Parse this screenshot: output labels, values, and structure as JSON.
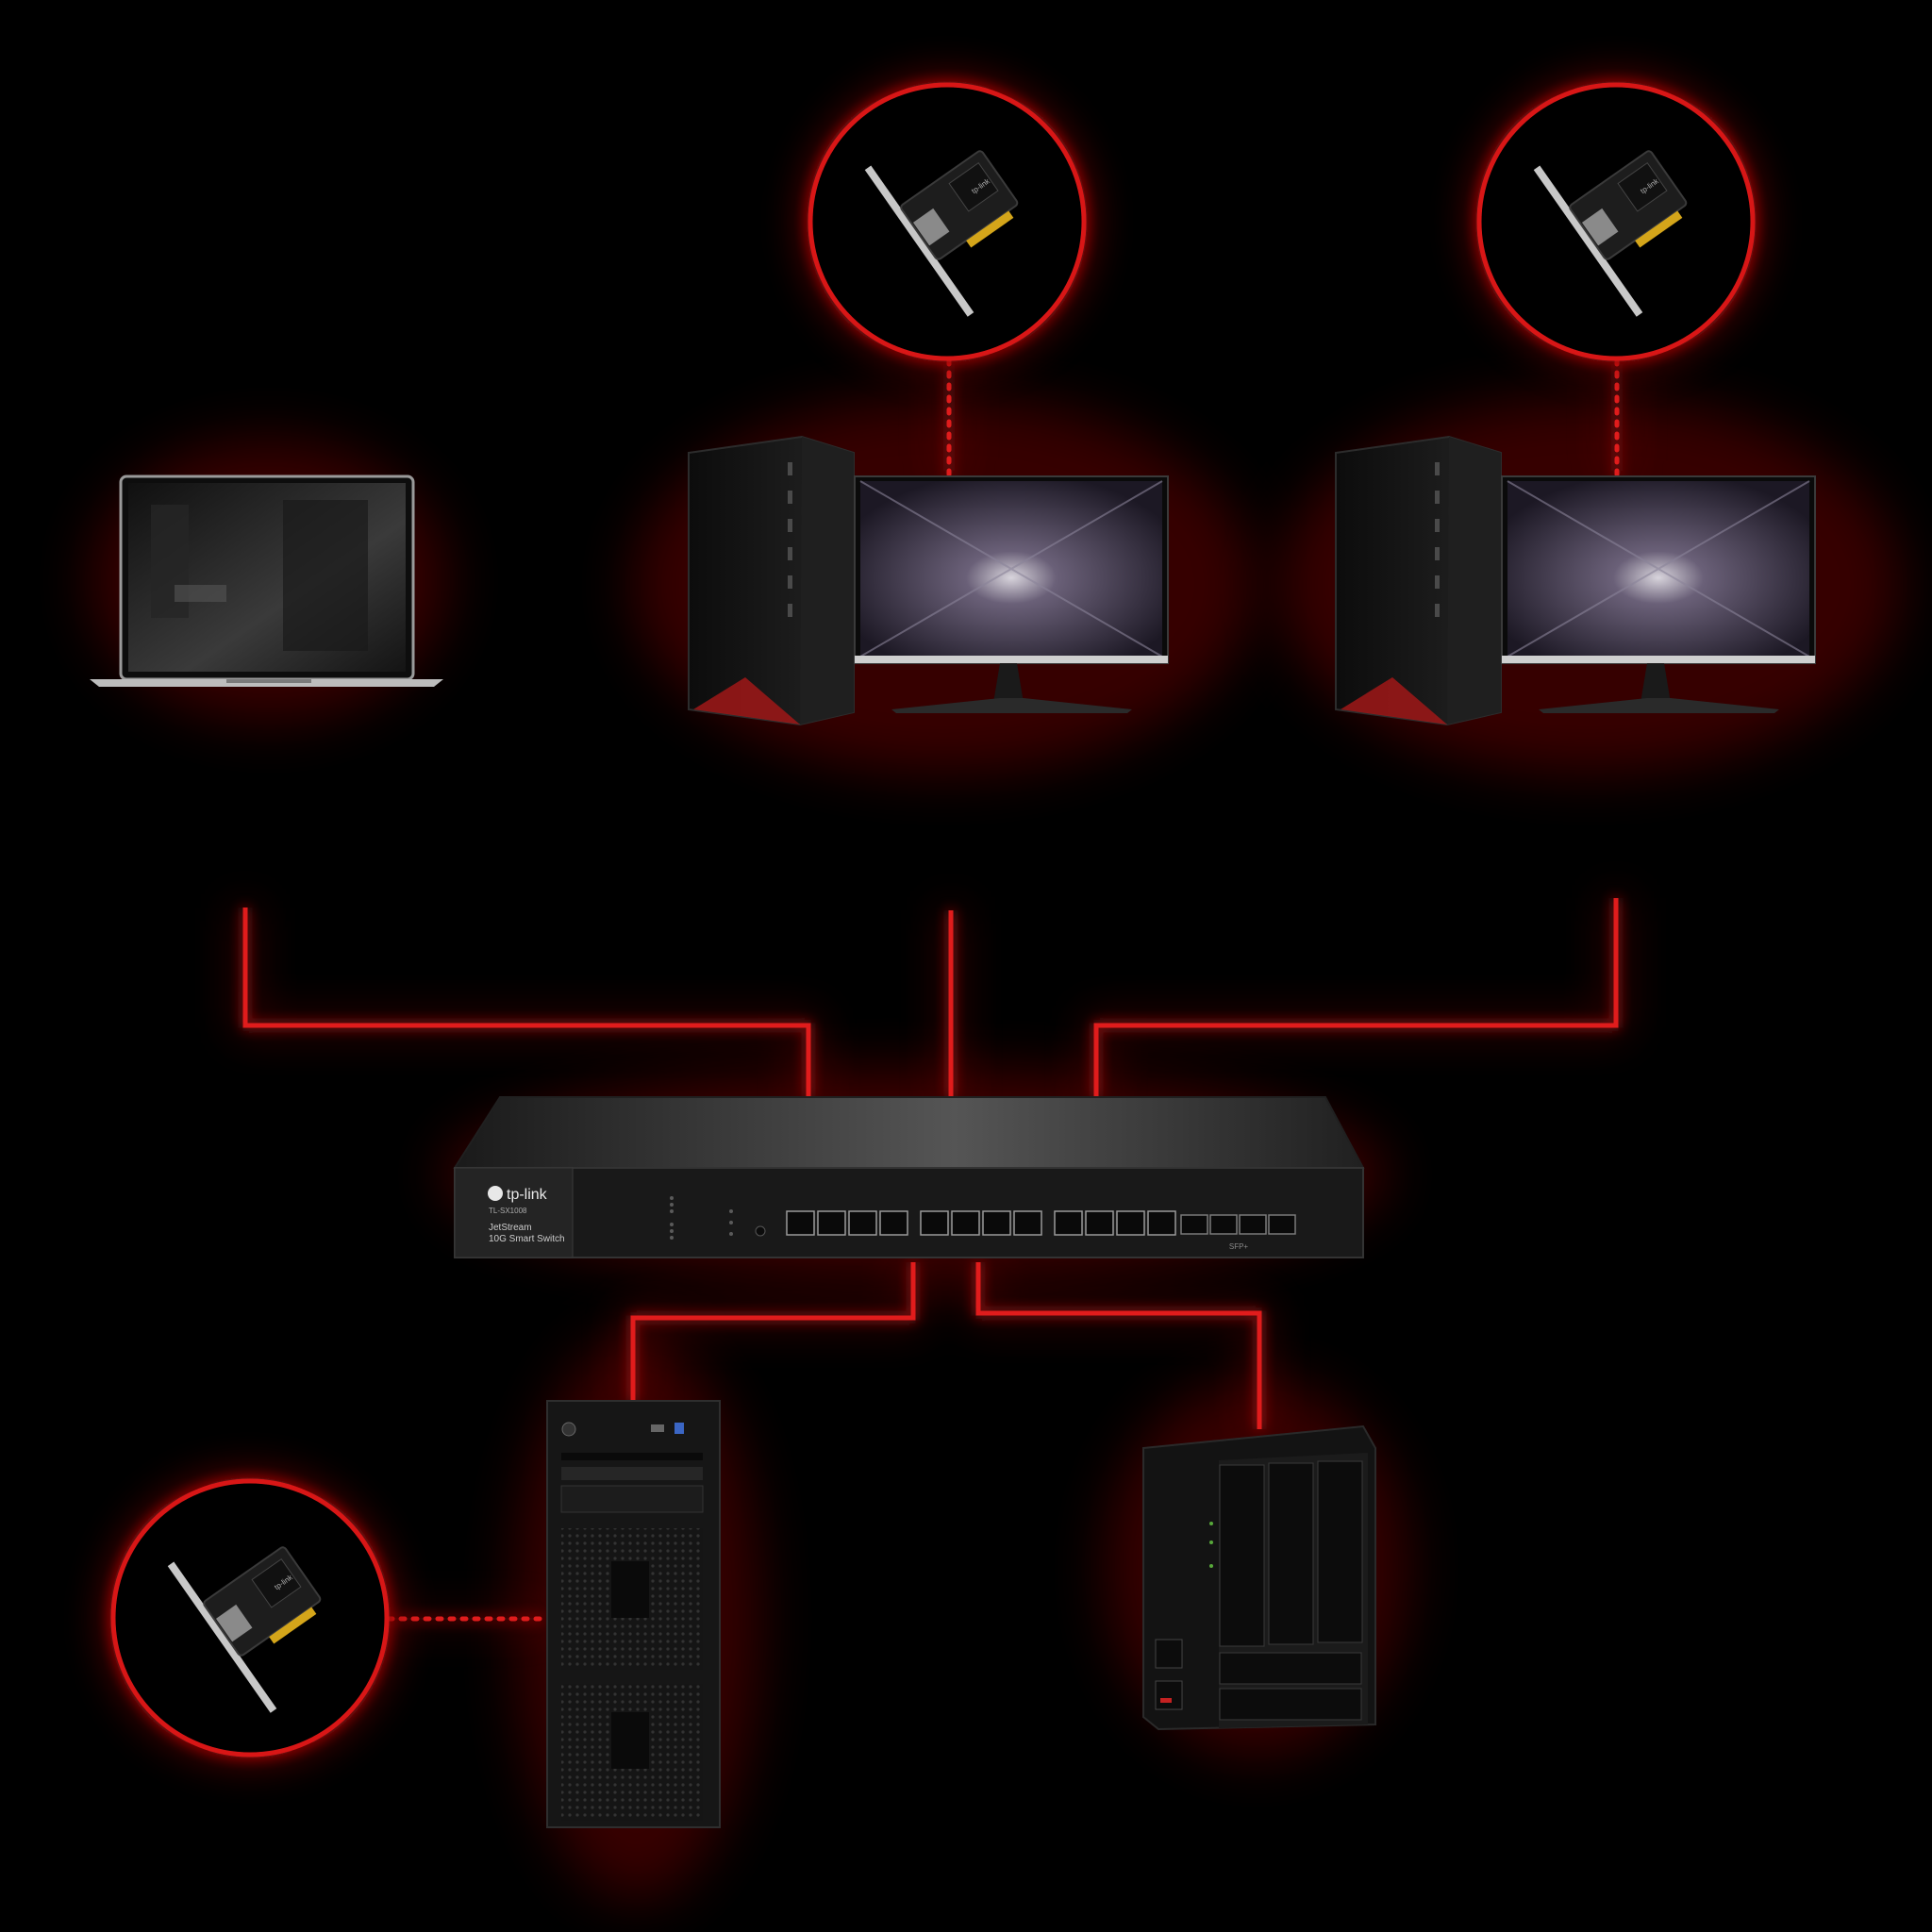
{
  "colors": {
    "background": "#000000",
    "accent_red": "#e01a1a",
    "device_body": "#161616",
    "device_edge": "#3a3a3a"
  },
  "switch": {
    "brand": "tp-link",
    "model": "TL-SX1008",
    "series": "JetStream",
    "description": "10G Smart Switch",
    "rj45_ports": 12,
    "sfp_ports": 4,
    "sfp_label": "SFP+"
  },
  "nic_card": {
    "brand": "tp-link",
    "icon": "pcie-network-card-icon"
  },
  "devices": [
    {
      "id": "laptop",
      "icon": "laptop-icon"
    },
    {
      "id": "desktop-1",
      "icon": "desktop-pc-icon"
    },
    {
      "id": "desktop-2",
      "icon": "desktop-pc-icon"
    },
    {
      "id": "tower-server",
      "icon": "tower-server-icon"
    },
    {
      "id": "nas",
      "icon": "nas-storage-icon"
    }
  ]
}
